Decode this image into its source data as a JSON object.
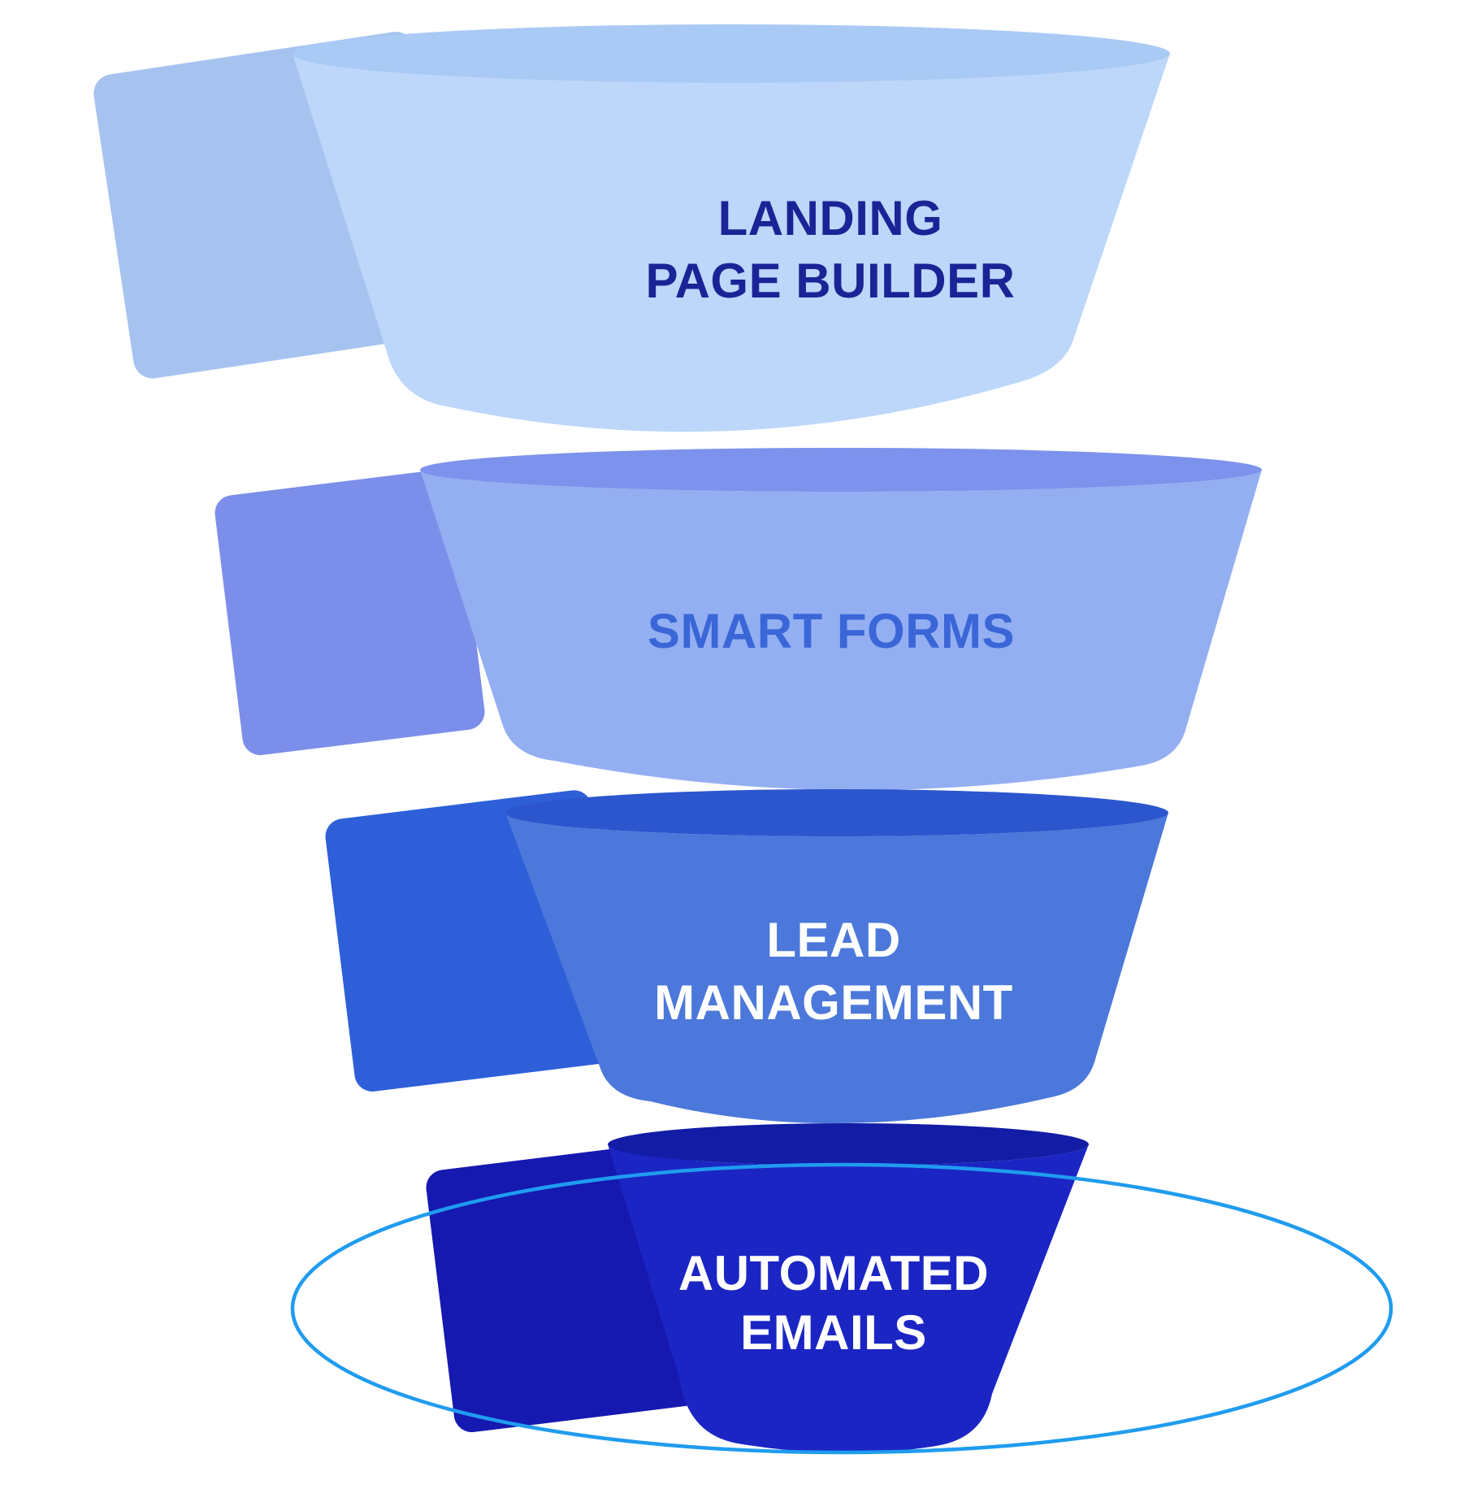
{
  "diagram": {
    "type": "marketing-funnel",
    "background": "#ffffff",
    "base_ring": {
      "stroke_color": "#1f9cef"
    },
    "tiers": [
      {
        "id": "landing-page-builder",
        "label_lines": [
          "LANDING",
          "PAGE BUILDER"
        ],
        "text_color": "#1b2496",
        "body_color": "#bcd7fa",
        "rim_color": "#a9caf4",
        "shadow_color": "#a6c3f0"
      },
      {
        "id": "smart-forms",
        "label_lines": [
          "SMART FORMS"
        ],
        "text_color": "#3a66d8",
        "body_color": "#93aff2",
        "rim_color": "#7c92ec",
        "shadow_color": "#7b8ee9"
      },
      {
        "id": "lead-management",
        "label_lines": [
          "LEAD",
          "MANAGEMENT"
        ],
        "text_color": "#ffffff",
        "body_color": "#4b78da",
        "rim_color": "#2b56ce",
        "shadow_color": "#2e5fd9"
      },
      {
        "id": "automated-emails",
        "label_lines": [
          "AUTOMATED",
          "EMAILS"
        ],
        "text_color": "#ffffff",
        "body_color": "#1b25c4",
        "rim_color": "#121ca5",
        "shadow_color": "#1519b0"
      }
    ]
  }
}
